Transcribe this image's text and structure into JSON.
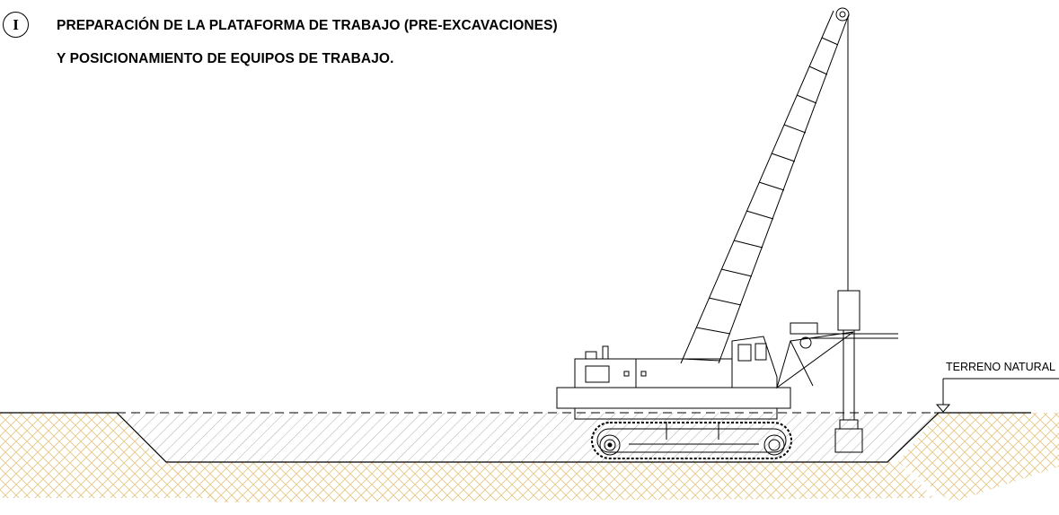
{
  "step": {
    "number": "I",
    "title_line_1": "PREPARACIÓN DE LA PLATAFORMA DE TRABAJO (PRE-EXCAVACIONES)",
    "title_line_2": "Y POSICIONAMIENTO DE EQUIPOS DE TRABAJO."
  },
  "labels": {
    "ground_level": "TERRENO NATURAL"
  },
  "colors": {
    "soil_hatch": "#e3c27a",
    "fill_hatch": "#8a8a8a",
    "line": "#000000"
  }
}
